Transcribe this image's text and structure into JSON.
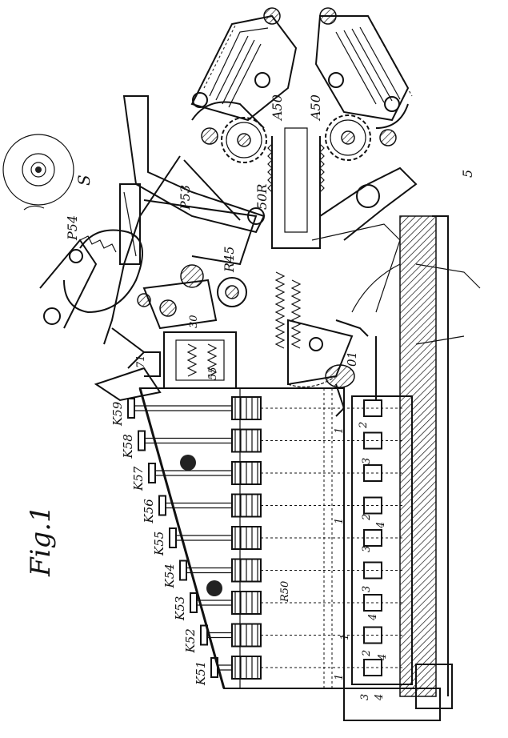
{
  "figure": {
    "title": "Fig.1"
  },
  "labels": {
    "S": "S",
    "five": "5",
    "A50_left": "A50",
    "A50_right": "A50",
    "R50": "50R",
    "P53": "P53",
    "P54": "P54",
    "R45": "R45",
    "l30": "30",
    "l71": "71",
    "l01": "01",
    "l55": "55",
    "R50b": "R50",
    "keys": [
      "K59",
      "K58",
      "K57",
      "K56",
      "K55",
      "K54",
      "K53",
      "K52",
      "K51"
    ],
    "digits": [
      {
        "t": "1"
      },
      {
        "t": "2"
      },
      {
        "t": "1"
      },
      {
        "t": "3"
      },
      {
        "t": "1"
      },
      {
        "t": "2"
      },
      {
        "t": "4"
      },
      {
        "t": "3"
      },
      {
        "t": "3"
      },
      {
        "t": "4"
      },
      {
        "t": "2"
      },
      {
        "t": "4"
      },
      {
        "t": "1"
      },
      {
        "t": "3"
      },
      {
        "t": "4"
      }
    ]
  }
}
